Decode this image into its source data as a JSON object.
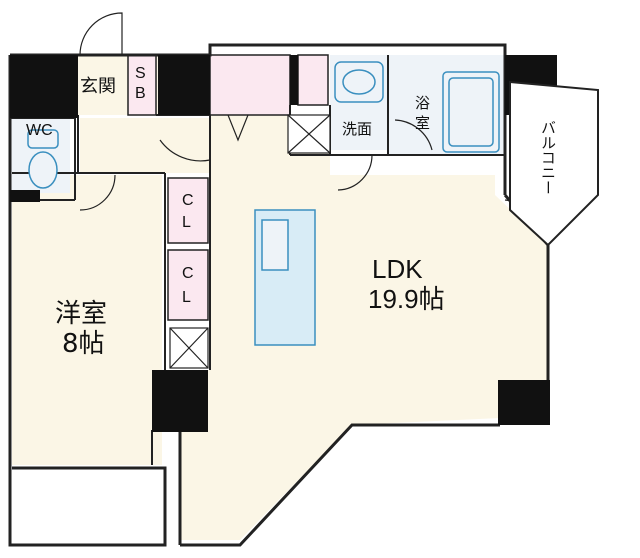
{
  "rooms": {
    "ldk": {
      "name": "LDK",
      "size": "19.9帖"
    },
    "western": {
      "name": "洋室",
      "size": "8帖"
    },
    "entrance": {
      "name": "玄関"
    },
    "shoe_box": {
      "name": "S\nB",
      "top": "S",
      "bottom": "B"
    },
    "toilet": {
      "name": "WC"
    },
    "washroom": {
      "name": "洗面"
    },
    "bath": {
      "name": "浴室"
    },
    "closet_1": {
      "top": "C",
      "bottom": "L"
    },
    "closet_2": {
      "top": "C",
      "bottom": "L"
    },
    "balcony": {
      "name": "バルコニー"
    }
  },
  "colors": {
    "floor": "#fbf6e6",
    "wet_area": "#eef3f8",
    "pink": "#fbe8f0",
    "pillar": "#111111",
    "fixture": "#8fc3de",
    "line": "#222222"
  }
}
